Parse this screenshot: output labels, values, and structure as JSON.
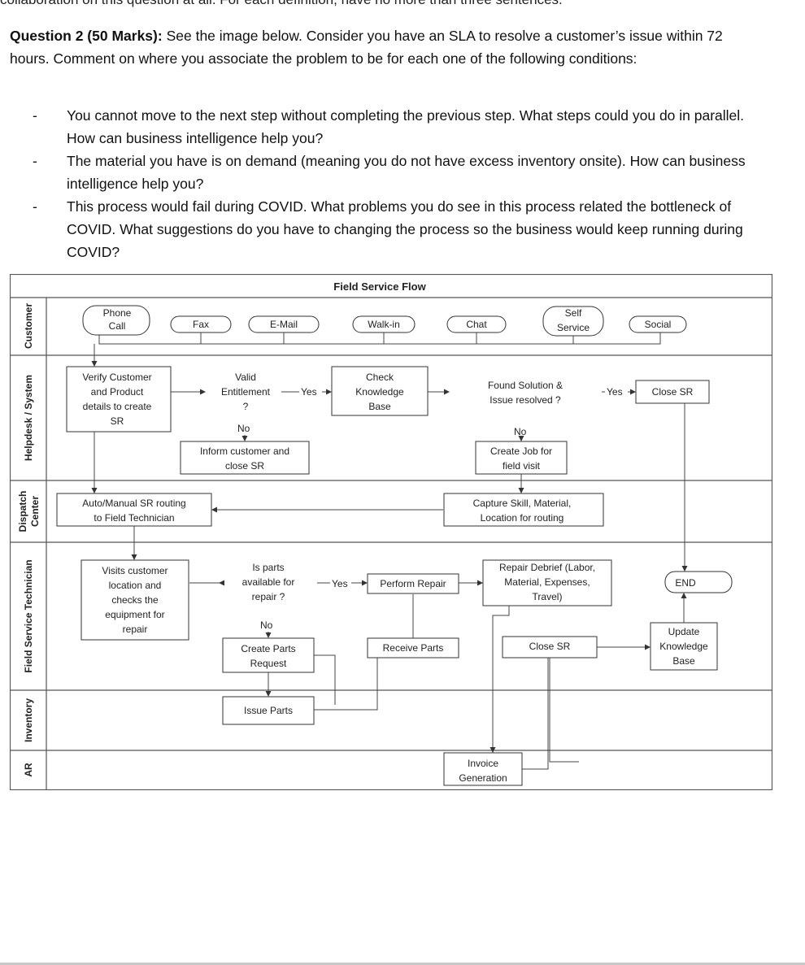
{
  "question": {
    "top_cut_text": "collaboration on this question at all. For each definition, have no more than three sentences.",
    "title": "Question 2 (50 Marks):",
    "intro": "See the image below. Consider you have an SLA to resolve a customer’s issue within 72 hours. Comment on where you associate the problem to be for each one of the following conditions:",
    "bullets": [
      "You cannot move to the next step without completing the previous step. What steps could you do in parallel. How can business intelligence help you?",
      "The material you have is on demand (meaning you do not have excess inventory onsite). How can business intelligence help you?",
      "This process would fail during COVID. What problems you do see in this process related the bottleneck of COVID. What suggestions do you have to changing the process so the business would keep running during COVID?"
    ]
  },
  "flow": {
    "title": "Field Service Flow",
    "lanes": {
      "customer": "Customer",
      "helpdesk": "Helpdesk / System",
      "dispatch_1": "Dispatch",
      "dispatch_2": "Center",
      "technician": "Field Service Technician",
      "inventory": "Inventory",
      "ar": "AR"
    },
    "channels": {
      "phone_1": "Phone",
      "phone_2": "Call",
      "fax": "Fax",
      "email": "E-Mail",
      "walkin": "Walk-in",
      "chat": "Chat",
      "self_1": "Self",
      "self_2": "Service",
      "social": "Social"
    },
    "nodes": {
      "verify": [
        "Verify Customer",
        "and Product",
        "details to create",
        "SR"
      ],
      "entitlement": [
        "Valid",
        "Entitlement",
        "?"
      ],
      "knowledge": [
        "Check",
        "Knowledge",
        "Base"
      ],
      "found": [
        "Found Solution &",
        "Issue resolved ?"
      ],
      "close_sr_1": "Close SR",
      "inform": [
        "Inform customer and",
        "close SR"
      ],
      "create_job": [
        "Create Job for",
        "field visit"
      ],
      "auto_routing": [
        "Auto/Manual SR routing",
        "to Field Technician"
      ],
      "capture": [
        "Capture Skill, Material,",
        "Location for routing"
      ],
      "visits": [
        "Visits customer",
        "location and",
        "checks the",
        "equipment for",
        "repair"
      ],
      "parts_available": [
        "Is parts",
        "available for",
        "repair ?"
      ],
      "perform": "Perform Repair",
      "debrief": [
        "Repair Debrief (Labor,",
        "Material, Expenses,",
        "Travel)"
      ],
      "end": "END",
      "create_parts": [
        "Create Parts",
        "Request"
      ],
      "receive_parts": "Receive Parts",
      "close_sr_2": "Close SR",
      "update_kb": [
        "Update",
        "Knowledge",
        "Base"
      ],
      "issue_parts": "Issue Parts",
      "invoice": [
        "Invoice",
        "Generation"
      ]
    },
    "edge_labels": {
      "yes": "Yes",
      "no": "No"
    }
  }
}
